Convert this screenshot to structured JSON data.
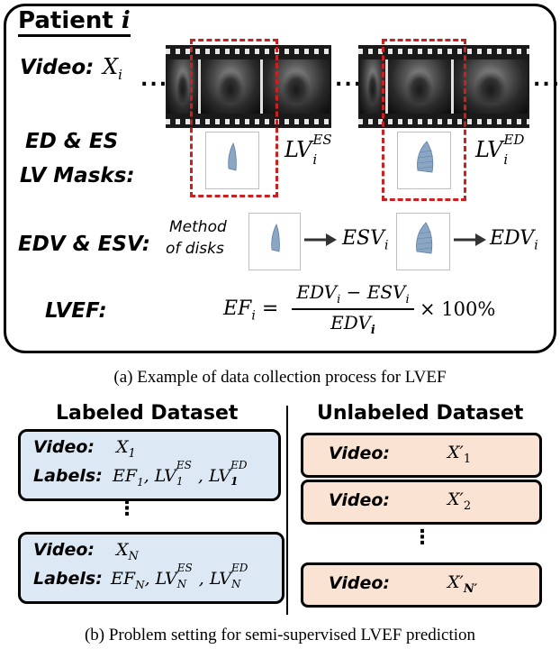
{
  "panel_a": {
    "title_word": "Patient",
    "title_var": "i",
    "video_label": "Video:",
    "video_var": "X",
    "video_sub": "i",
    "dots": "...",
    "masks_label_1": "ED & ES",
    "masks_label_2": "LV Masks:",
    "lv_es_base": "LV",
    "lv_es_sub": "i",
    "lv_es_sup": "ES",
    "lv_ed_base": "LV",
    "lv_ed_sub": "i",
    "lv_ed_sup": "ED",
    "edv_esv_label": "EDV & ESV:",
    "method_line1": "Method",
    "method_line2": "of disks",
    "esv_base": "ESV",
    "esv_sub": "i",
    "edv_base": "EDV",
    "edv_sub": "i",
    "lvef_label": "LVEF:",
    "ef_base": "EF",
    "ef_sub": "i",
    "eq": "=",
    "numerator": "EDV",
    "numerator_sub": "i",
    "minus": "−",
    "numerator_b": "ESV",
    "numerator_b_sub": "i",
    "denominator": "EDV",
    "denominator_sub": "i",
    "times": "× 100%"
  },
  "caption_a": "(a) Example of data collection process for LVEF",
  "panel_b": {
    "labeled_title": "Labeled Dataset",
    "unlabeled_title": "Unlabeled Dataset",
    "video_label": "Video:",
    "labels_label": "Labels:",
    "vdots": "⋮",
    "labeled_items": [
      {
        "x_base": "X",
        "x_sub": "1",
        "ef": "EF",
        "ef_sub": "1",
        "lv": "LV",
        "es_sup": "ES",
        "es_sub": "1",
        "ed_sup": "ED",
        "ed_sub": "1"
      },
      {
        "x_base": "X",
        "x_sub": "N",
        "ef": "EF",
        "ef_sub": "N",
        "lv": "LV",
        "es_sup": "ES",
        "es_sub": "N",
        "ed_sup": "ED",
        "ed_sub": "N"
      }
    ],
    "unlabeled_items": [
      {
        "x_base": "X′",
        "x_sub": "1"
      },
      {
        "x_base": "X′",
        "x_sub": "2"
      },
      {
        "x_base": "X′",
        "x_sub": "N′"
      }
    ]
  },
  "caption_b": "(b) Problem setting for semi-supervised LVEF prediction",
  "colors": {
    "dash_red": "#cc1f1f",
    "labeled_fill": "#dce9f5",
    "unlabeled_fill": "#fbe3d4",
    "mask_fill": "#8aa6c4"
  }
}
